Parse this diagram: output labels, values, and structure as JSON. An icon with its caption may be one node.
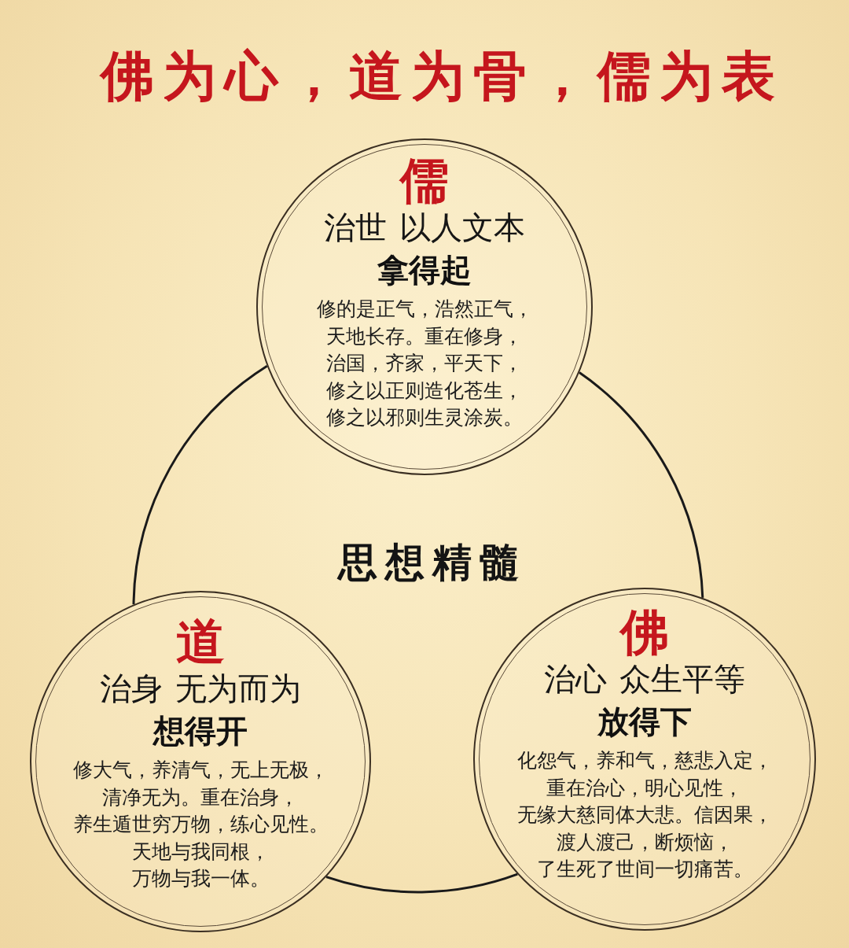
{
  "diagram": {
    "title": "佛为心，道为骨，儒为表",
    "nodes": [
      {
        "text": [
          "儒",
          "治世 以人文本",
          "拿得起",
          "修的是正气，浩然正气，天地长存。重在修身，治国，齐家，平天下，修之以正则造化苍生，修之以邪则生灵涂炭。"
        ]
      },
      {
        "text": [
          "道",
          "治身 无为而为",
          "想得开",
          "修大气，养清气，无上无极，清净无为。重在治身，养生遁世穷万物，练心见性。天地与我同根，万物与我一体。"
        ]
      },
      {
        "text": [
          "佛",
          "治心 众生平等",
          "放得下",
          "化怨气，养和气，慈悲入定，重在治心，明心见性，无缘大慈同体大悲。信因果，渡人渡己，断烦恼，了生死了世间一切痛苦。"
        ]
      }
    ],
    "edges": [
      {
        "from": 0,
        "to": 2,
        "arrow": "none"
      },
      {
        "from": 2,
        "to": 1,
        "arrow": "none"
      },
      {
        "from": 1,
        "to": 0,
        "arrow": "none"
      }
    ],
    "labels": [
      "思想精髓"
    ]
  }
}
